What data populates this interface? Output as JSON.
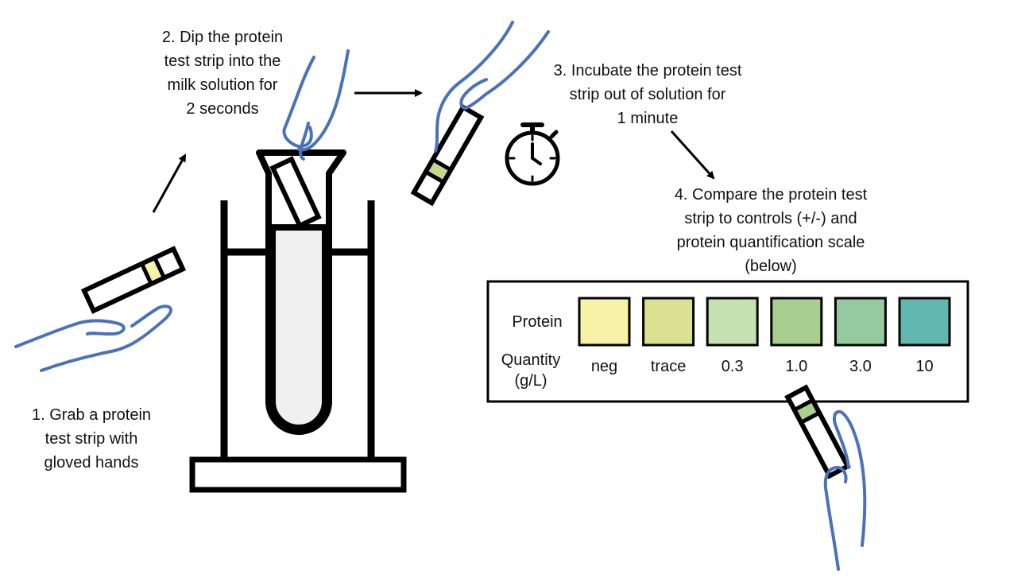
{
  "steps": [
    {
      "id": "step1",
      "text": "1. Grab a protein\ntest strip with\ngloved hands"
    },
    {
      "id": "step2",
      "text": "2. Dip the protein\ntest strip into the\nmilk solution for\n2 seconds"
    },
    {
      "id": "step3",
      "text": "3. Incubate the protein test\nstrip out of solution for\n1 minute"
    },
    {
      "id": "step4",
      "text": "4. Compare the protein test\nstrip to controls (+/-) and\nprotein quantification scale\n(below)"
    }
  ],
  "scale": {
    "row_label": "Protein",
    "quantity_label": "Quantity",
    "unit_label": "(g/L)",
    "swatches": [
      {
        "label": "neg",
        "color": "#f6f3a6"
      },
      {
        "label": "trace",
        "color": "#dbe190"
      },
      {
        "label": "0.3",
        "color": "#c6e1b0"
      },
      {
        "label": "1.0",
        "color": "#a8cf8f"
      },
      {
        "label": "3.0",
        "color": "#96c9a0"
      },
      {
        "label": "10",
        "color": "#62b8b0"
      }
    ]
  },
  "colors": {
    "hand": "#4a72b8",
    "outline": "#000000",
    "tube_fill": "#f0f0f0",
    "strip_pad_yellow": "#f6f3a6",
    "strip_pad_green": "#a8cf8f",
    "strip_pad_mid": "#c8d88a"
  },
  "icons": [
    "hand-icon",
    "test-strip-icon",
    "test-tube-icon",
    "tube-stand-icon",
    "stopwatch-icon",
    "arrow-icon"
  ]
}
